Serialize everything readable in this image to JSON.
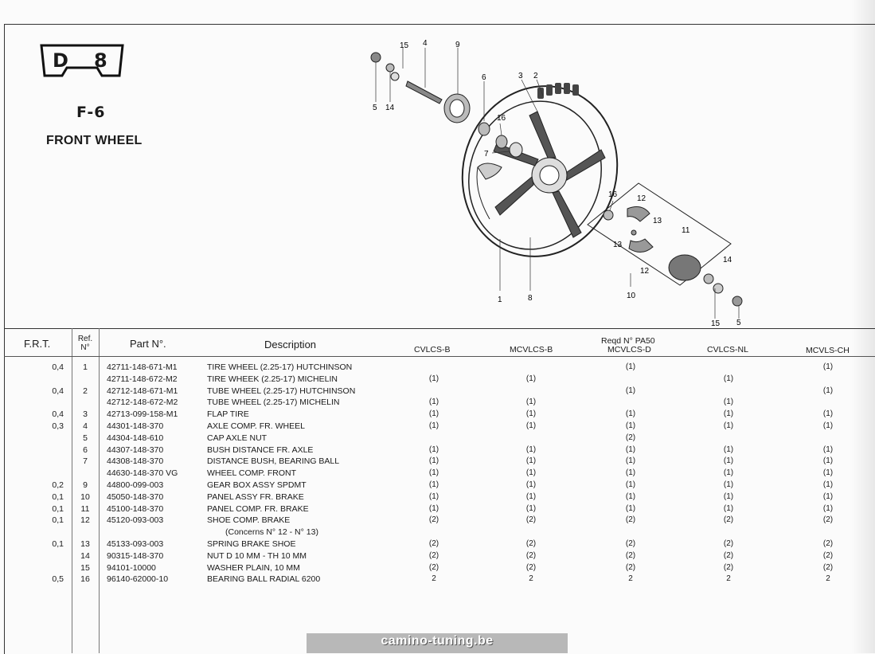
{
  "badge": {
    "letter": "D",
    "number": "8"
  },
  "section": {
    "code": "F-6",
    "title": "FRONT WHEEL"
  },
  "callouts": [
    {
      "id": "c15a",
      "label": "15"
    },
    {
      "id": "c4",
      "label": "4"
    },
    {
      "id": "c9",
      "label": "9"
    },
    {
      "id": "c5a",
      "label": "5"
    },
    {
      "id": "c14a",
      "label": "14"
    },
    {
      "id": "c6",
      "label": "6"
    },
    {
      "id": "c3",
      "label": "3"
    },
    {
      "id": "c2",
      "label": "2"
    },
    {
      "id": "c16a",
      "label": "16"
    },
    {
      "id": "c7",
      "label": "7"
    },
    {
      "id": "c16b",
      "label": "16"
    },
    {
      "id": "c12a",
      "label": "12"
    },
    {
      "id": "c13a",
      "label": "13"
    },
    {
      "id": "c11",
      "label": "11"
    },
    {
      "id": "c13b",
      "label": "13"
    },
    {
      "id": "c12b",
      "label": "12"
    },
    {
      "id": "c14b",
      "label": "14"
    },
    {
      "id": "c1",
      "label": "1"
    },
    {
      "id": "c8",
      "label": "8"
    },
    {
      "id": "c10",
      "label": "10"
    },
    {
      "id": "c15b",
      "label": "15"
    },
    {
      "id": "c5b",
      "label": "5"
    }
  ],
  "table": {
    "headers": {
      "frt": "F.R.T.",
      "ref_line1": "Ref.",
      "ref_line2": "N°",
      "part_no": "Part N°.",
      "description": "Description",
      "reqd_line1": "Reqd N° PA50",
      "models": [
        "CVLCS-B",
        "MCVLCS-B",
        "MCVLCS-D",
        "CVLCS-NL",
        "MCVLS-CH"
      ]
    },
    "rows": [
      {
        "frt": "0,4",
        "ref": "1",
        "part": "42711-148-671-M1",
        "desc": "TIRE WHEEL (2.25-17) HUTCHINSON",
        "q": [
          "",
          "",
          "(1)",
          "",
          "(1)"
        ]
      },
      {
        "frt": "",
        "ref": "",
        "part": "42711-148-672-M2",
        "desc": "TIRE WHEEK (2.25-17) MICHELIN",
        "q": [
          "(1)",
          "(1)",
          "",
          "(1)",
          ""
        ]
      },
      {
        "frt": "0,4",
        "ref": "2",
        "part": "42712-148-671-M1",
        "desc": "TUBE WHEEL (2.25-17) HUTCHINSON",
        "q": [
          "",
          "",
          "(1)",
          "",
          "(1)"
        ]
      },
      {
        "frt": "",
        "ref": "",
        "part": "42712-148-672-M2",
        "desc": "TUBE WHEEL (2.25-17) MICHELIN",
        "q": [
          "(1)",
          "(1)",
          "",
          "(1)",
          ""
        ]
      },
      {
        "frt": "0,4",
        "ref": "3",
        "part": "42713-099-158-M1",
        "desc": "FLAP TIRE",
        "q": [
          "(1)",
          "(1)",
          "(1)",
          "(1)",
          "(1)"
        ]
      },
      {
        "frt": "0,3",
        "ref": "4",
        "part": "44301-148-370",
        "desc": "AXLE COMP. FR. WHEEL",
        "q": [
          "(1)",
          "(1)",
          "(1)",
          "(1)",
          "(1)"
        ]
      },
      {
        "frt": "",
        "ref": "5",
        "part": "44304-148-610",
        "desc": "CAP AXLE NUT",
        "q": [
          "",
          "",
          "(2)",
          "",
          ""
        ]
      },
      {
        "frt": "",
        "ref": "6",
        "part": "44307-148-370",
        "desc": "BUSH DISTANCE FR. AXLE",
        "q": [
          "(1)",
          "(1)",
          "(1)",
          "(1)",
          "(1)"
        ]
      },
      {
        "frt": "",
        "ref": "7",
        "part": "44308-148-370",
        "desc": "DISTANCE BUSH, BEARING BALL",
        "q": [
          "(1)",
          "(1)",
          "(1)",
          "(1)",
          "(1)"
        ]
      },
      {
        "frt": "",
        "ref": "",
        "part": "44630-148-370 VG",
        "desc": "WHEEL COMP. FRONT",
        "q": [
          "(1)",
          "(1)",
          "(1)",
          "(1)",
          "(1)"
        ]
      },
      {
        "frt": "0,2",
        "ref": "9",
        "part": "44800-099-003",
        "desc": "GEAR BOX ASSY SPDMT",
        "q": [
          "(1)",
          "(1)",
          "(1)",
          "(1)",
          "(1)"
        ]
      },
      {
        "frt": "0,1",
        "ref": "10",
        "part": "45050-148-370",
        "desc": "PANEL ASSY FR. BRAKE",
        "q": [
          "(1)",
          "(1)",
          "(1)",
          "(1)",
          "(1)"
        ]
      },
      {
        "frt": "0,1",
        "ref": "11",
        "part": "45100-148-370",
        "desc": "PANEL COMP. FR. BRAKE",
        "q": [
          "(1)",
          "(1)",
          "(1)",
          "(1)",
          "(1)"
        ]
      },
      {
        "frt": "0,1",
        "ref": "12",
        "part": "45120-093-003",
        "desc": "SHOE COMP. BRAKE",
        "q": [
          "(2)",
          "(2)",
          "(2)",
          "(2)",
          "(2)"
        ]
      },
      {
        "frt": "",
        "ref": "",
        "part": "",
        "desc": "(Concerns N° 12 - N° 13)",
        "q": [
          "",
          "",
          "",
          "",
          ""
        ]
      },
      {
        "frt": "0,1",
        "ref": "13",
        "part": "45133-093-003",
        "desc": "SPRING BRAKE SHOE",
        "q": [
          "(2)",
          "(2)",
          "(2)",
          "(2)",
          "(2)"
        ]
      },
      {
        "frt": "",
        "ref": "14",
        "part": "90315-148-370",
        "desc": "NUT D 10 MM - TH 10 MM",
        "q": [
          "(2)",
          "(2)",
          "(2)",
          "(2)",
          "(2)"
        ]
      },
      {
        "frt": "",
        "ref": "15",
        "part": "94101-10000",
        "desc": "WASHER PLAIN, 10 MM",
        "q": [
          "(2)",
          "(2)",
          "(2)",
          "(2)",
          "(2)"
        ]
      },
      {
        "frt": "0,5",
        "ref": "16",
        "part": "96140-62000-10",
        "desc": "BEARING BALL RADIAL 6200",
        "q": [
          "2",
          "2",
          "2",
          "2",
          "2"
        ]
      }
    ]
  },
  "footer": {
    "watermark": "camino-tuning.be"
  }
}
